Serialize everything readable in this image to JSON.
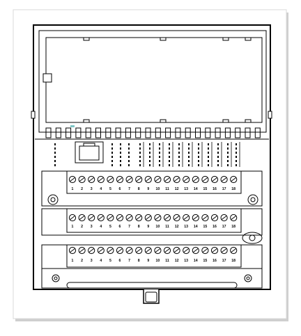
{
  "diagram": {
    "subject": "terminal-block-module-front-view",
    "terminal_row_1_numbers": [
      "1",
      "2",
      "3",
      "4",
      "5",
      "6",
      "7",
      "8",
      "9",
      "10",
      "11",
      "12",
      "13",
      "14",
      "15",
      "16",
      "17",
      "18"
    ],
    "terminal_row_2_numbers": [
      "1",
      "2",
      "3",
      "4",
      "5",
      "6",
      "7",
      "8",
      "9",
      "10",
      "11",
      "12",
      "13",
      "14",
      "15",
      "16",
      "17",
      "18"
    ],
    "terminal_row_3_numbers": [
      "1",
      "2",
      "3",
      "4",
      "5",
      "6",
      "7",
      "8",
      "9",
      "10",
      "11",
      "12",
      "13",
      "14",
      "15",
      "16",
      "17",
      "18"
    ],
    "colors": {
      "line": "#000000",
      "background": "#ffffff",
      "frame_shadow": "#bfbfbf",
      "cover_mark": "#7fc6c6"
    }
  }
}
